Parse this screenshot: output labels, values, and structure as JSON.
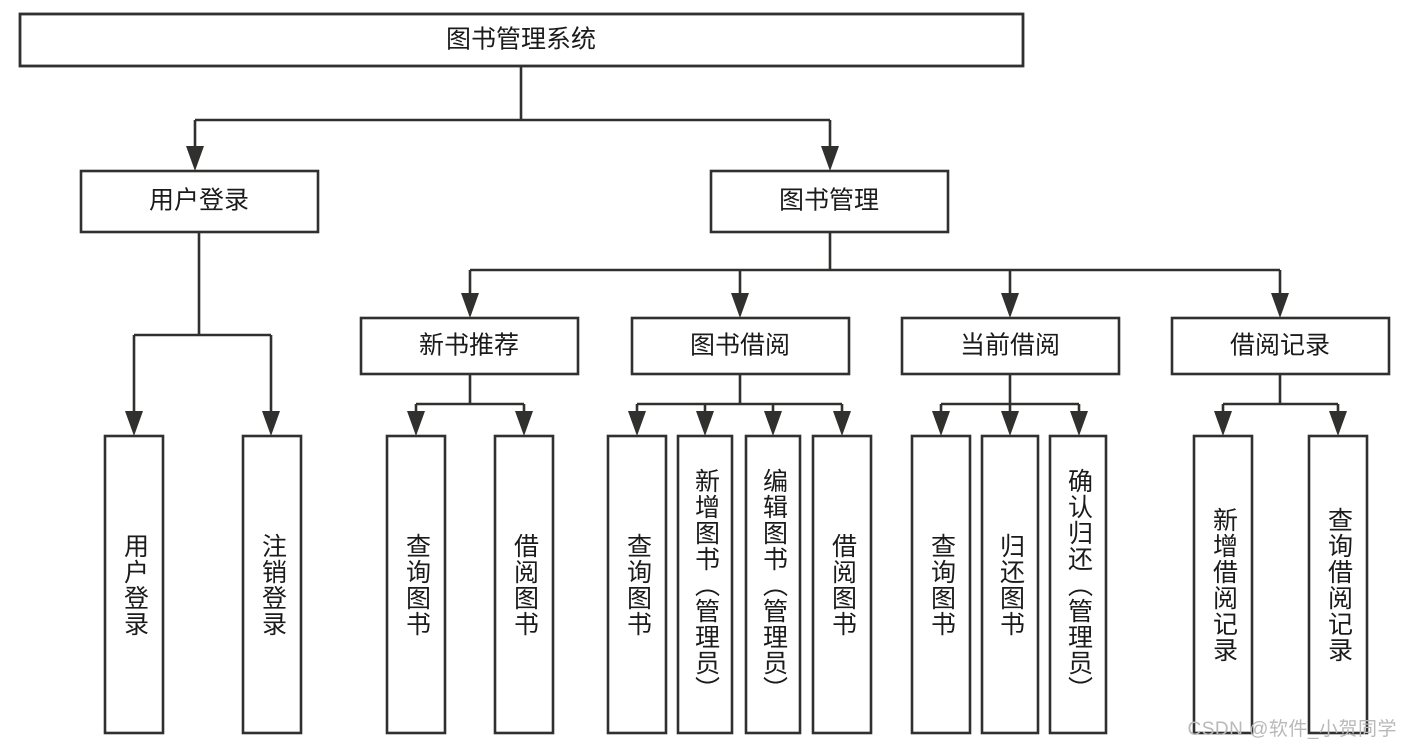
{
  "diagram": {
    "type": "tree-hierarchy",
    "title": "图书管理系统",
    "orientation": "top-down",
    "watermark": "CSDN @软件_小贺同学",
    "colors": {
      "box_stroke": "#30302f",
      "box_fill": "#ffffff",
      "text": "#1b1b1b",
      "watermark": "#b9b9b9",
      "background": "#ffffff"
    },
    "levels": {
      "root": {
        "label": "图书管理系统"
      },
      "level2": [
        {
          "label": "用户登录"
        },
        {
          "label": "图书管理"
        }
      ],
      "level3": [
        {
          "label": "新书推荐"
        },
        {
          "label": "图书借阅"
        },
        {
          "label": "当前借阅"
        },
        {
          "label": "借阅记录"
        }
      ],
      "leaves": {
        "user_login": [
          {
            "label": "用户登录"
          },
          {
            "label": "注销登录"
          }
        ],
        "new_book_recommend": [
          {
            "label": "查询图书"
          },
          {
            "label": "借阅图书"
          }
        ],
        "book_borrow": [
          {
            "label": "查询图书"
          },
          {
            "label": "新增图书（管理员）"
          },
          {
            "label": "编辑图书（管理员）"
          },
          {
            "label": "借阅图书"
          }
        ],
        "current_borrow": [
          {
            "label": "查询图书"
          },
          {
            "label": "归还图书"
          },
          {
            "label": "确认归还（管理员）"
          }
        ],
        "borrow_record": [
          {
            "label": "新增借阅记录"
          },
          {
            "label": "查询借阅记录"
          }
        ]
      }
    }
  }
}
